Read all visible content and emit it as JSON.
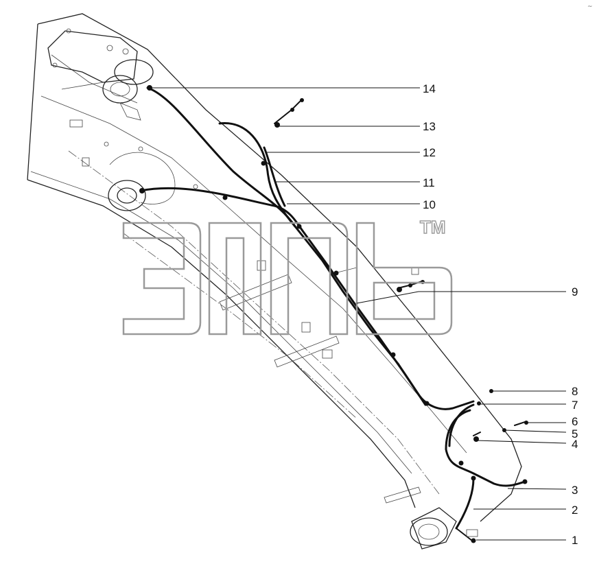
{
  "callouts": [
    {
      "label": "14"
    },
    {
      "label": "13"
    },
    {
      "label": "12"
    },
    {
      "label": "11"
    },
    {
      "label": "10"
    },
    {
      "label": "9"
    },
    {
      "label": "8"
    },
    {
      "label": "7"
    },
    {
      "label": "6"
    },
    {
      "label": "5"
    },
    {
      "label": "4"
    },
    {
      "label": "3"
    },
    {
      "label": "2"
    },
    {
      "label": "1"
    }
  ],
  "watermark": {
    "tm": "TM"
  },
  "corner_mark": "~"
}
